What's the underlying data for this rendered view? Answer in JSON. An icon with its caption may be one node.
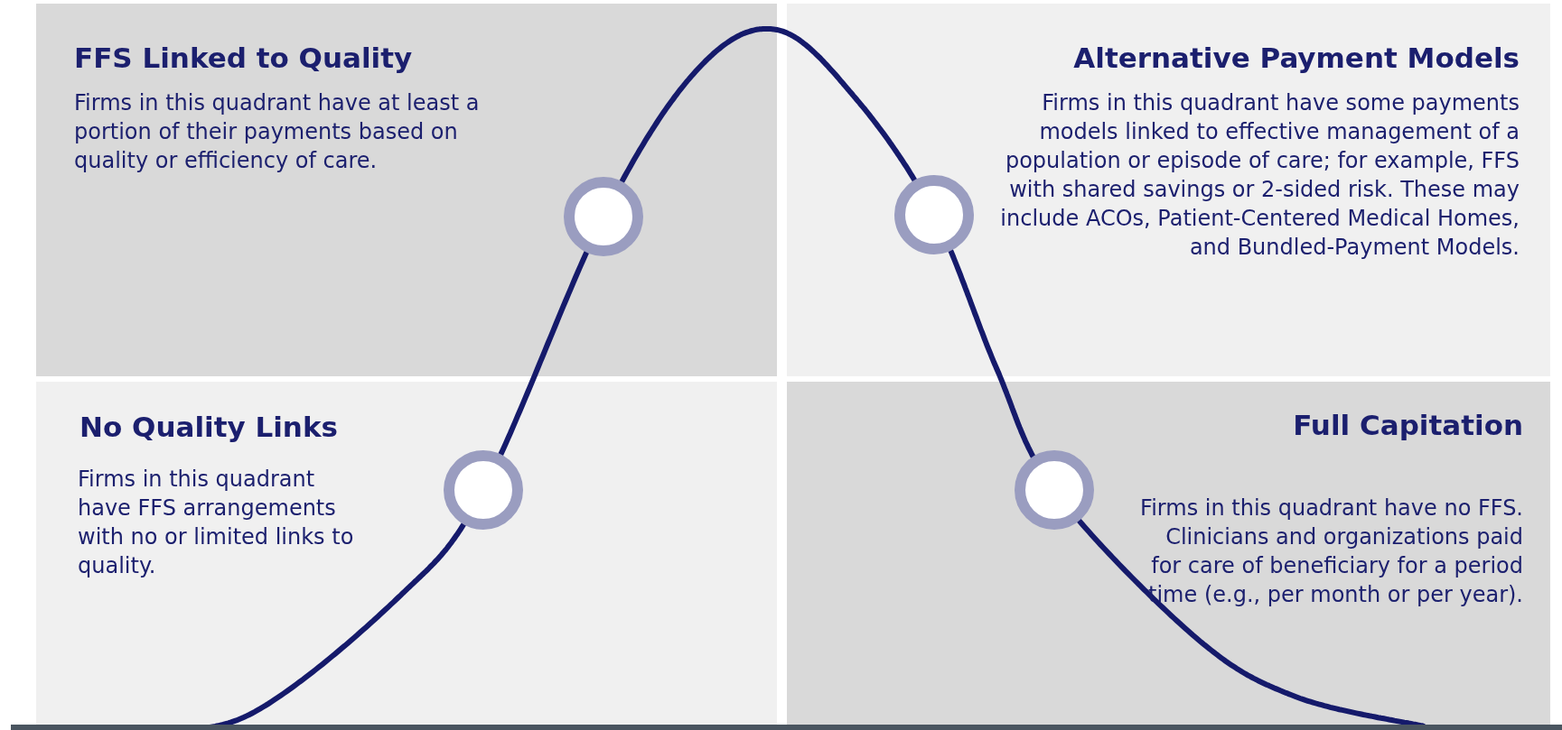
{
  "diagram": {
    "nodes": [
      {
        "text": [
          "FFS Linked to Quality",
          "Firms in this quadrant have at least a portion of their payments based on quality or efficiency of care."
        ]
      },
      {
        "text": [
          "Alternative Payment Models",
          "Firms in this quadrant have some payments models linked to effective management of a population or episode of care; for example, FFS with shared savings or 2-sided risk. These may include ACOs, Patient-Centered Medical Homes, and Bundled-Payment Models."
        ]
      },
      {
        "text": [
          "No Quality Links",
          "Firms in this quadrant have FFS arrangements with no or limited links to quality."
        ]
      },
      {
        "text": [
          "Full Capitation",
          "Firms in this quadrant have no FFS. Clinicians and organizations paid for care of beneficiary for a period time (e.g., per month or per year)."
        ]
      },
      {
        "text": [],
        "shape": "circle",
        "in": 0
      },
      {
        "text": [],
        "shape": "circle",
        "in": 1
      },
      {
        "text": [],
        "shape": "circle",
        "in": 2
      },
      {
        "text": [],
        "shape": "circle",
        "in": 3
      }
    ]
  }
}
